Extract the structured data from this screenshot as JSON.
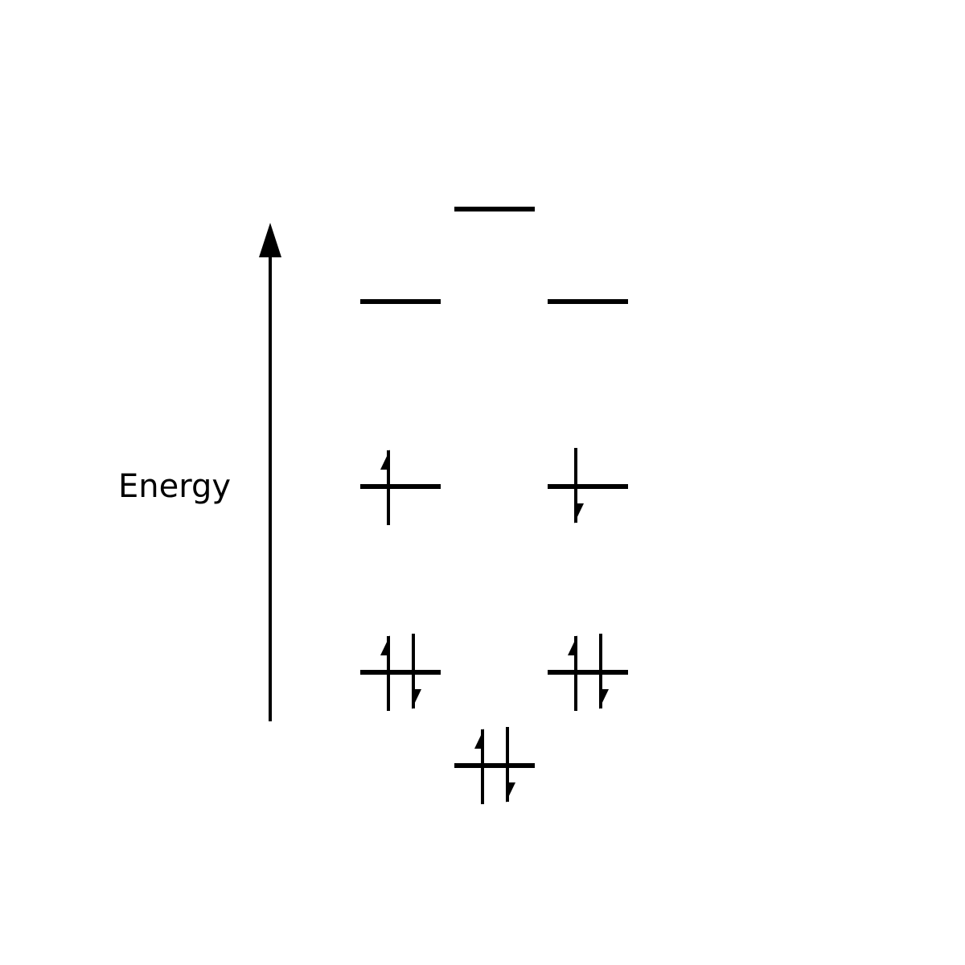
{
  "diagram": {
    "axis_label": "Energy",
    "line_color": "#000000",
    "background": "#ffffff",
    "levels": [
      {
        "id": "top",
        "electrons": "none"
      },
      {
        "id": "upper-left",
        "electrons": "none"
      },
      {
        "id": "upper-right",
        "electrons": "none"
      },
      {
        "id": "middle-left",
        "electrons": "up"
      },
      {
        "id": "middle-right",
        "electrons": "down"
      },
      {
        "id": "lower-left",
        "electrons": "up-down"
      },
      {
        "id": "lower-right",
        "electrons": "up-down"
      },
      {
        "id": "bottom",
        "electrons": "up-down"
      }
    ]
  }
}
